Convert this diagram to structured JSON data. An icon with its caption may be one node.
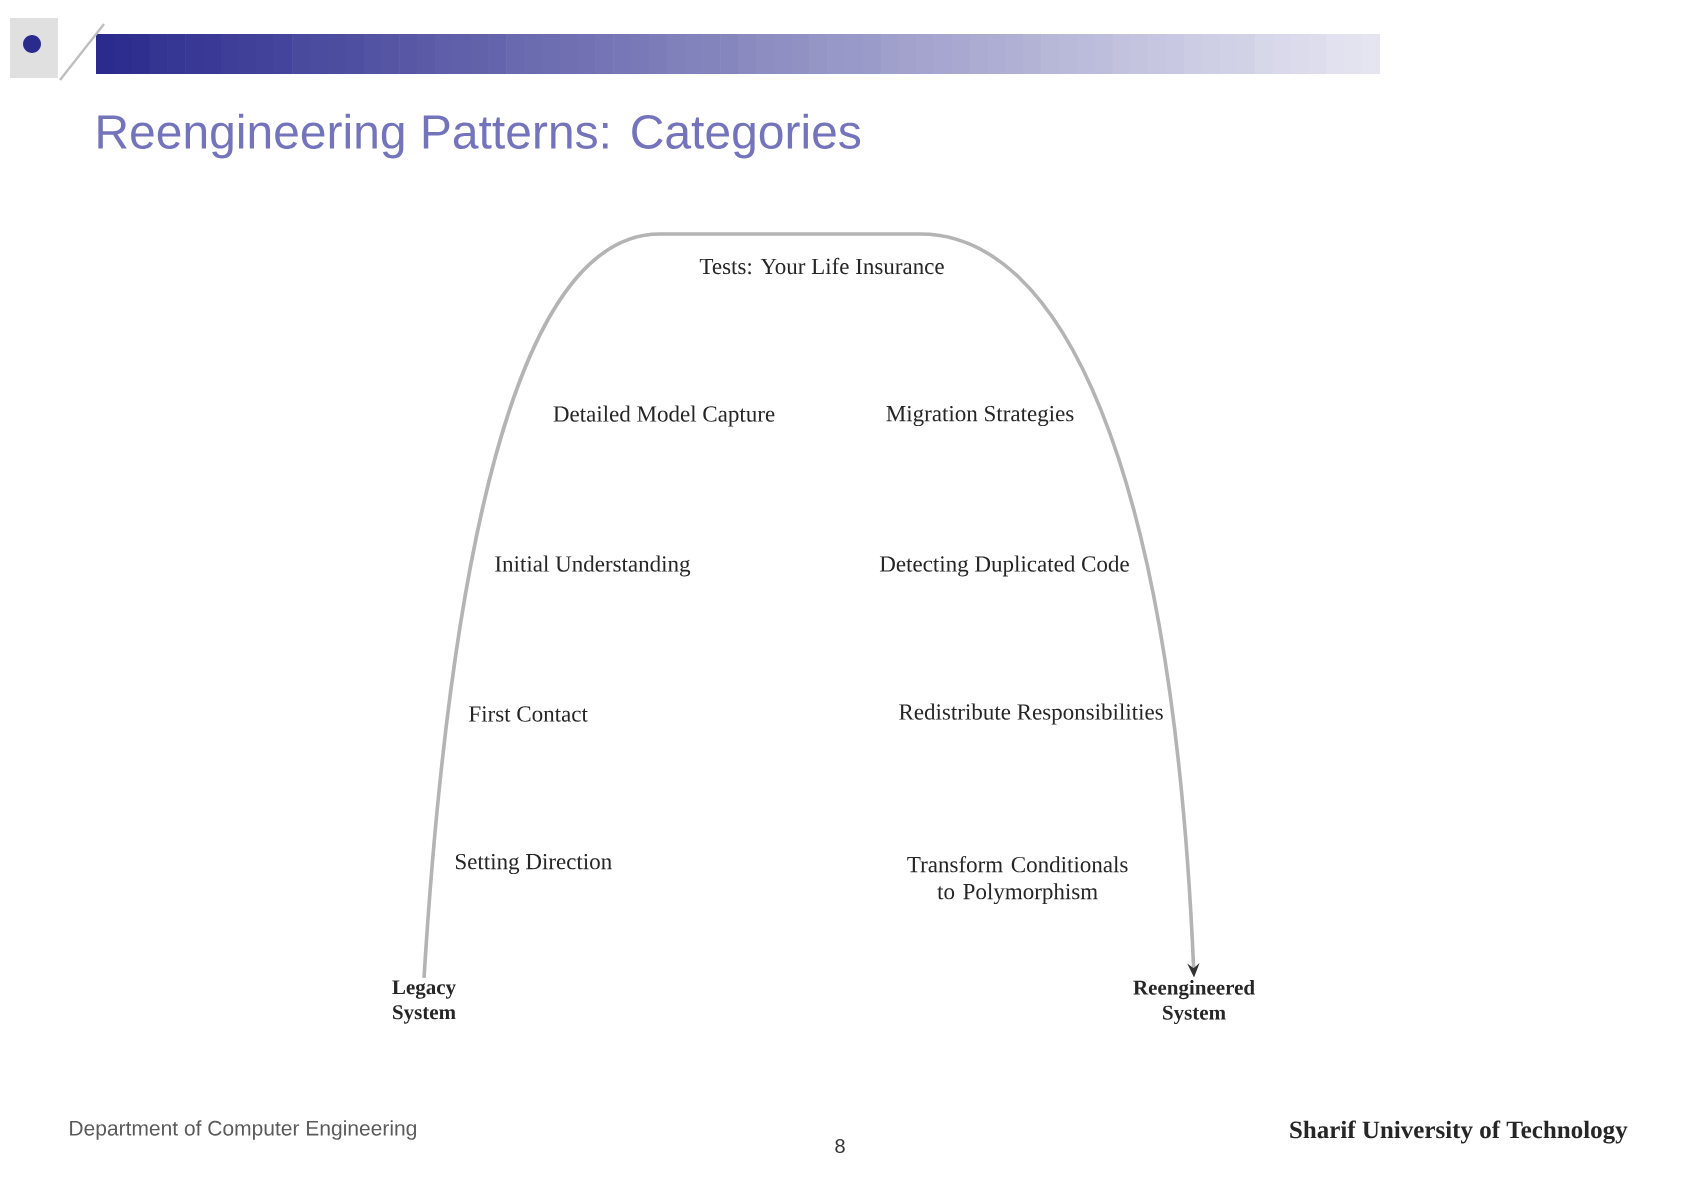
{
  "diagram": {
    "title": "Reengineering Patterns: Categories",
    "nodes": [
      {
        "text": [
          "Legacy System"
        ]
      },
      {
        "text": [
          "Reengineered System"
        ]
      }
    ],
    "edges": [
      {
        "from": 0,
        "to": 1,
        "arrow": "to"
      }
    ],
    "labels": [
      "Tests: Your Life Insurance",
      "Detailed Model Capture",
      "Migration Strategies",
      "Initial Understanding",
      "Detecting Duplicated Code",
      "First Contact",
      "Redistribute Responsibilities",
      "Setting Direction",
      "Transform Conditionals to Polymorphism",
      "Department of Computer Engineering",
      "8",
      "Sharif University of Technology"
    ]
  }
}
